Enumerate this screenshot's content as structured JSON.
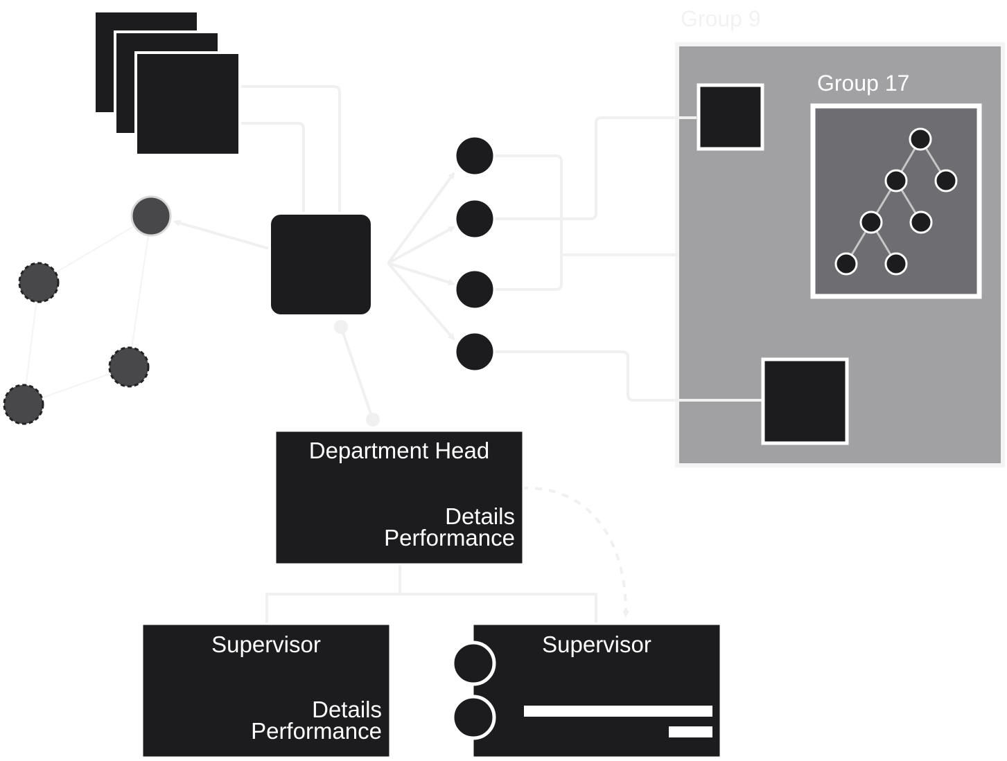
{
  "groups": {
    "outer": {
      "title": "Group 9"
    },
    "inner": {
      "title": "Group 17"
    }
  },
  "cards": {
    "department_head": {
      "title": "Department Head",
      "line1": "Details",
      "line2": "Performance"
    },
    "supervisor_left": {
      "title": "Supervisor",
      "line1": "Details",
      "line2": "Performance"
    },
    "supervisor_right": {
      "title": "Supervisor"
    }
  },
  "colors": {
    "node_dark": "#1c1c1e",
    "node_gray": "#48484a",
    "group_outer_fill": "#a1a1a3",
    "group_inner_fill": "#6e6e72",
    "connector": "#f0f0f0",
    "ghost_text": "#f2f2f2"
  }
}
